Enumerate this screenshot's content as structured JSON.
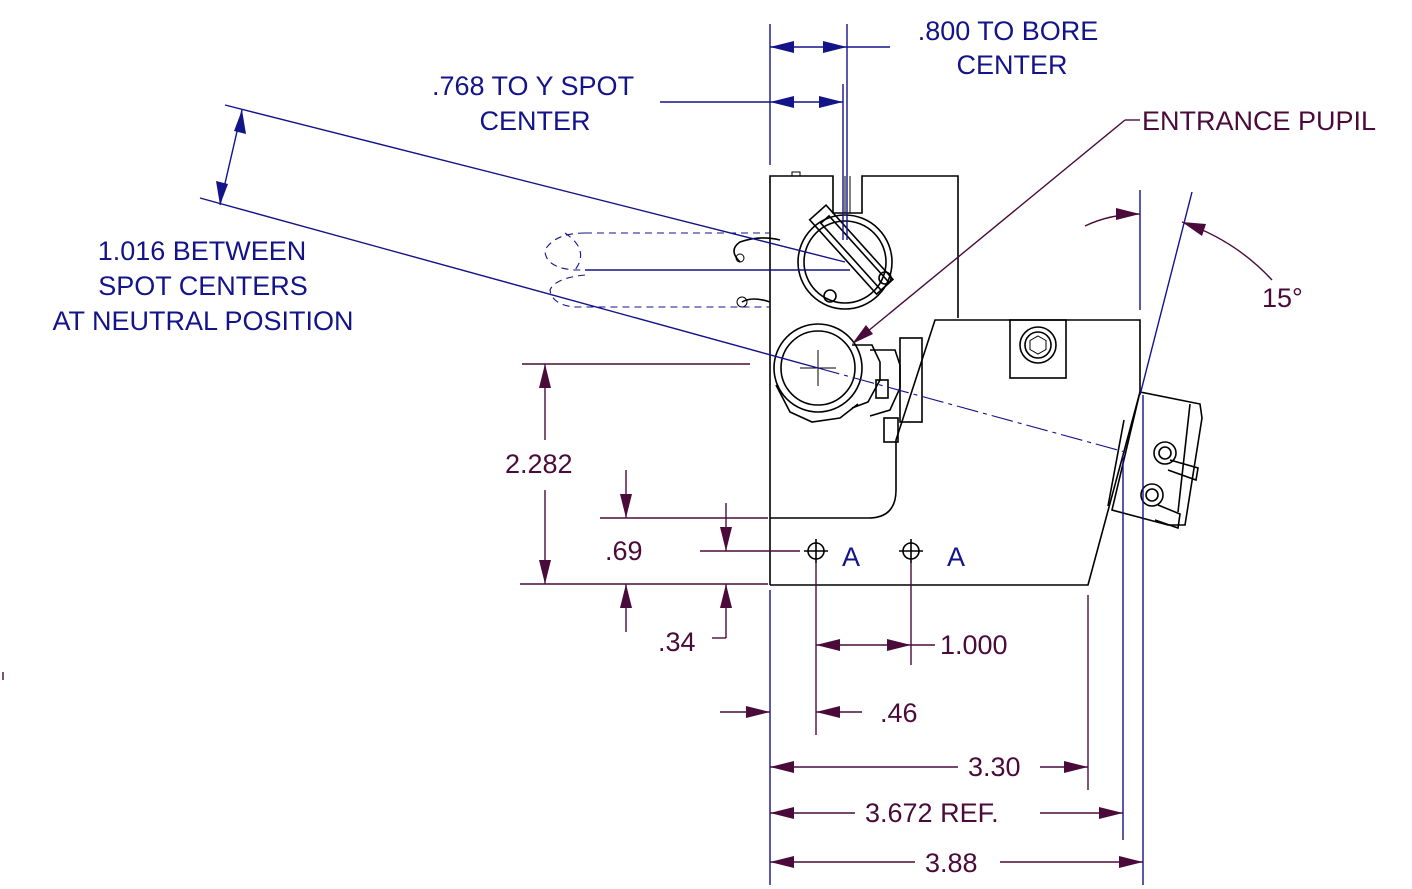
{
  "dimensions": {
    "bore_center": ".800 TO BORE CENTER",
    "bore_center_l1": ".800 TO BORE",
    "bore_center_l2": "CENTER",
    "y_spot_l1": ".768 TO Y SPOT",
    "y_spot_l2": "CENTER",
    "entrance_pupil": "ENTRANCE PUPIL",
    "between_l1": "1.016 BETWEEN",
    "between_l2": "SPOT CENTERS",
    "between_l3": "AT NEUTRAL POSITION",
    "angle": "15°",
    "height_2282": "2.282",
    "height_69": ".69",
    "height_34": ".34",
    "hole_label_1": "A",
    "hole_label_2": "A",
    "width_1000": "1.000",
    "width_46": ".46",
    "width_330": "3.30",
    "width_3672": "3.672 REF.",
    "width_388": "3.88"
  },
  "colors": {
    "dimension_blue": "#13138a",
    "dimension_maroon": "#4a0b3a",
    "part_outline": "#000000"
  }
}
